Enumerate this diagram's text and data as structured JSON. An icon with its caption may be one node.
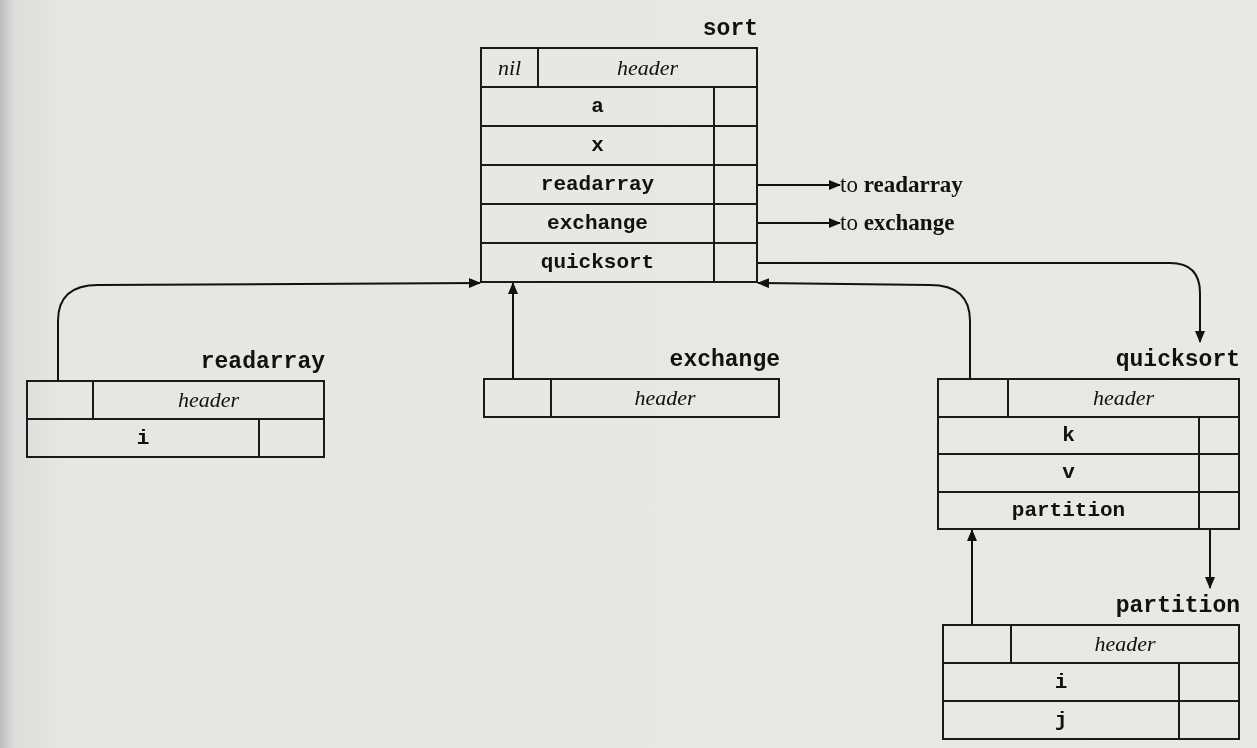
{
  "diagram": {
    "nodes": [
      {
        "text": [
          "sort",
          "nil",
          "header",
          "a",
          "x",
          "readarray",
          "exchange",
          "quicksort"
        ]
      },
      {
        "text": [
          "to **readarray**"
        ]
      },
      {
        "text": [
          "to **exchange**"
        ]
      },
      {
        "text": [
          "readarray",
          "header",
          "i"
        ]
      },
      {
        "text": [
          "exchange",
          "header"
        ]
      },
      {
        "text": [
          "quicksort",
          "header",
          "k",
          "v",
          "partition"
        ]
      },
      {
        "text": [
          "partition",
          "header",
          "i",
          "j"
        ]
      }
    ],
    "edges": [
      {
        "from": 0,
        "to": 1,
        "arrow": "to"
      },
      {
        "from": 0,
        "to": 2,
        "arrow": "to"
      },
      {
        "from": 0,
        "to": 5,
        "arrow": "to"
      },
      {
        "from": 3,
        "to": 0,
        "arrow": "to"
      },
      {
        "from": 4,
        "to": 0,
        "arrow": "to"
      },
      {
        "from": 5,
        "to": 0,
        "arrow": "to"
      },
      {
        "from": 5,
        "to": 6,
        "arrow": "to"
      },
      {
        "from": 6,
        "to": 5,
        "arrow": "to"
      }
    ]
  }
}
